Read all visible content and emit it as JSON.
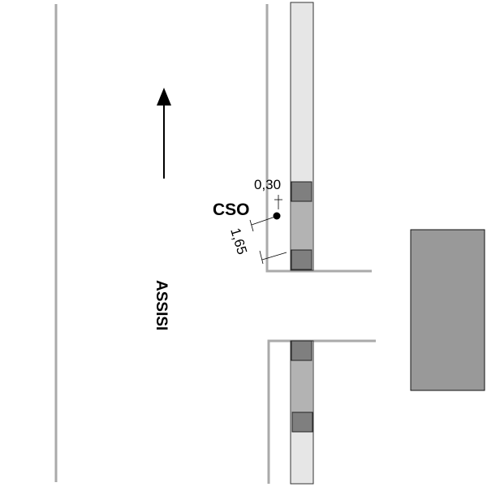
{
  "labels": {
    "street_name": "ASSISI",
    "point_label": "CSO",
    "dim_offset": "0,30",
    "dim_distance": "1,65"
  },
  "icons": {
    "direction": "arrow-up-icon"
  },
  "colors": {
    "curb": "#aaaaaa",
    "strip_light": "#e6e6e6",
    "strip_medium": "#b3b3b3",
    "box_dark": "#7f7f7f",
    "building": "#999999"
  }
}
